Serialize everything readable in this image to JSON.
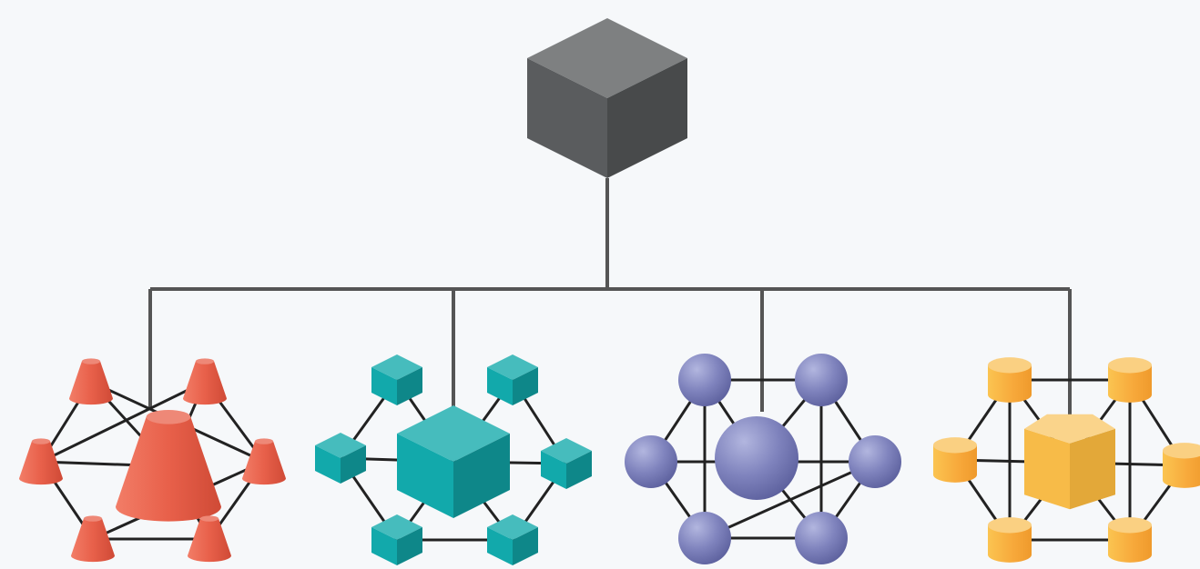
{
  "diagram": {
    "root": {
      "shape": "cube",
      "icon": "cube-icon",
      "color": "#5a5c5e"
    },
    "clusters": [
      {
        "id": "cones",
        "shape": "cone",
        "icon": "cone-icon",
        "color": "#e8604a",
        "node_count": 6
      },
      {
        "id": "cubes",
        "shape": "cube",
        "icon": "cube-icon",
        "color": "#12a9ab",
        "node_count": 6
      },
      {
        "id": "spheres",
        "shape": "sphere",
        "icon": "sphere-icon",
        "color": "#7f83bd",
        "node_count": 6
      },
      {
        "id": "cylinders",
        "shape": "cylinder",
        "icon": "cylinder-icon",
        "color": "#f7b73e",
        "node_count": 6
      }
    ],
    "connector_color": "#555555",
    "mesh_line_color": "#222222"
  }
}
